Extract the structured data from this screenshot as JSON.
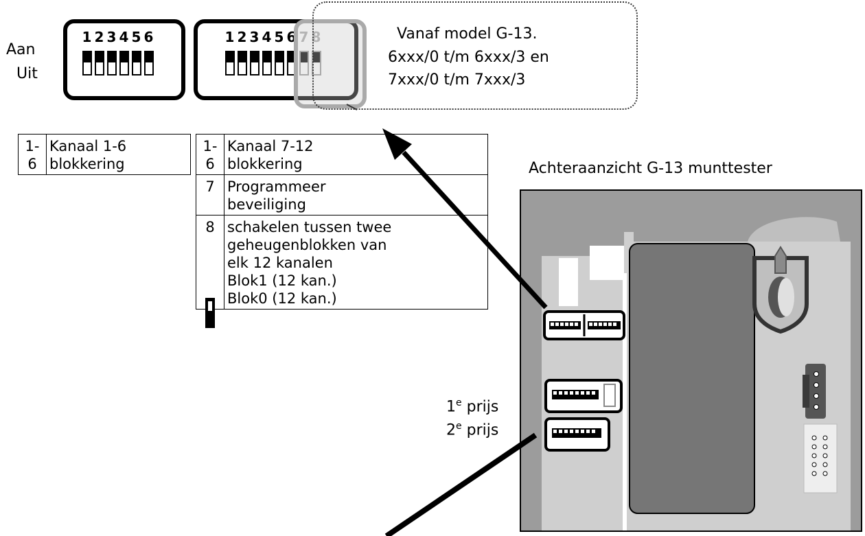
{
  "switch_states": {
    "on": "Aan",
    "off": "Uit"
  },
  "dip_left": {
    "numbers": [
      "1",
      "2",
      "3",
      "4",
      "5",
      "6"
    ]
  },
  "dip_right": {
    "numbers": [
      "1",
      "2",
      "3",
      "4",
      "5",
      "6"
    ],
    "extra_numbers": [
      "7",
      "8"
    ]
  },
  "callout": {
    "lines": [
      "Vanaf model  G-13.",
      "6xxx/0 t/m 6xxx/3 en",
      "7xxx/0 t/m 7xxx/3"
    ]
  },
  "table_left": [
    {
      "num": "1-6",
      "desc": [
        "Kanaal 1-6",
        "blokkering"
      ]
    }
  ],
  "table_right": [
    {
      "num": "1-6",
      "desc": [
        "Kanaal 7-12",
        "blokkering"
      ]
    },
    {
      "num": "7",
      "desc": [
        "Programmeer",
        "beveiliging"
      ]
    },
    {
      "num": "8",
      "desc": [
        "schakelen tussen twee",
        "geheugenblokken van",
        "elk 12 kanalen",
        "Blok1 (12 kan.)",
        "Blok0 (12 kan.)"
      ]
    }
  ],
  "device_title": "Achteraanzicht G-13 munttester",
  "price_labels": {
    "first_num": "1",
    "first_sup": "e",
    "first_text": " prijs",
    "second_num": "2",
    "second_sup": "e",
    "second_text": " prijs"
  },
  "colors": {
    "panel": "#9c9c9c",
    "dark_block": "#767676",
    "light_strip": "#cfcfcf"
  }
}
